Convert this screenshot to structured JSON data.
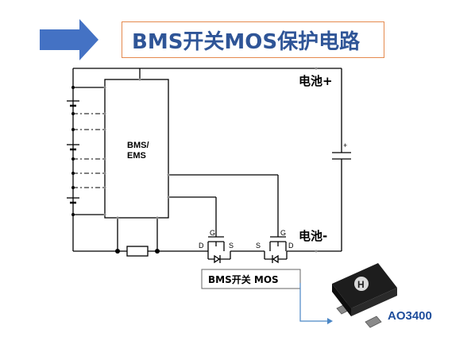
{
  "title": "BMS开关MOS保护电路",
  "bms_block_label_line1": "BMS/",
  "bms_block_label_line2": "EMS",
  "battery_positive_label": "电池+",
  "battery_negative_label": "电池-",
  "mos_caption": "BMS开关 MOS",
  "chip_part_number": "AO3400",
  "chip_logo_letter": "H",
  "cap_plus": "+",
  "pin_d": "D",
  "pin_g": "G",
  "pin_s": "S",
  "colors": {
    "title_text": "#2f5597",
    "title_border": "#e58a4e",
    "arrow": "#4472c4",
    "wire": "#000000",
    "callout": "#4a86c5",
    "part_text": "#1f4e9c"
  }
}
